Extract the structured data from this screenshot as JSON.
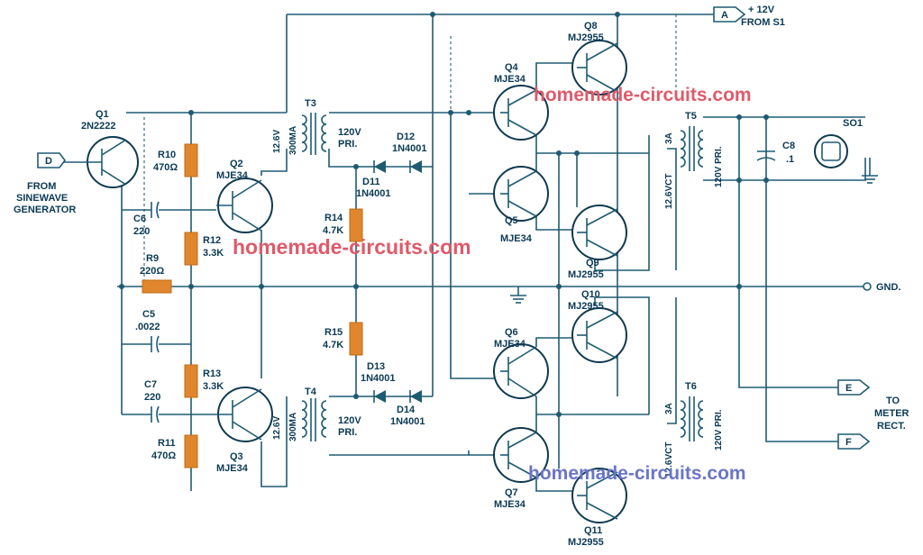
{
  "labels": {
    "q1": "Q1",
    "q1_part": "2N2222",
    "from_sine_1": "FROM",
    "from_sine_2": "SINEWAVE",
    "from_sine_3": "GENERATOR",
    "r10": "R10",
    "r10_val": "470Ω",
    "c6": "C6",
    "c6_val": "220",
    "r9": "R9",
    "r9_val": "220Ω",
    "c5": "C5",
    "c5_val": ".0022",
    "c7": "C7",
    "c7_val": "220",
    "r11": "R11",
    "r11_val": "470Ω",
    "r12": "R12",
    "r12_val": "3.3K",
    "r13": "R13",
    "r13_val": "3.3K",
    "q2": "Q2",
    "q2_part": "MJE34",
    "q3": "Q3",
    "q3_part": "MJE34",
    "t3": "T3",
    "t4": "T4",
    "t3_v": "12.6V",
    "t3_ma": "300MA",
    "t3_pri": "120V",
    "t3_pri2": "PRI.",
    "t4_v": "12.6V",
    "t4_ma": "300MA",
    "t4_pri": "120V",
    "t4_pri2": "PRI.",
    "d11": "D11",
    "d11_part": "1N4001",
    "d12": "D12",
    "d12_part": "1N4001",
    "d13": "D13",
    "d13_part": "1N4001",
    "d14": "D14",
    "d14_part": "1N4001",
    "r14": "R14",
    "r14_val": "4.7K",
    "r15": "R15",
    "r15_val": "4.7K",
    "q4": "Q4",
    "q4_part": "MJE34",
    "q5": "Q5",
    "q5_part": "MJE34",
    "q6": "Q6",
    "q6_part": "MJE34",
    "q7": "Q7",
    "q7_part": "MJE34",
    "q8": "Q8",
    "q8_part": "MJ2955",
    "q9": "Q9",
    "q9_part": "MJ2955",
    "q10": "Q10",
    "q10_part": "MJ2955",
    "q11": "Q11",
    "q11_part": "MJ2955",
    "t5": "T5",
    "t5_a": "3A",
    "t5_ct": "12.6VCT",
    "t5_pri": "120V PRI.",
    "t6": "T6",
    "t6_a": "3A",
    "t6_ct": "12.6VCT",
    "t6_pri": "120V PRI.",
    "c8": "C8",
    "c8_val": ".1",
    "so1": "SO1",
    "plus12": "+ 12V",
    "from_s1": "FROM S1",
    "gnd": "GND.",
    "to_meter_1": "TO",
    "to_meter_2": "METER",
    "to_meter_3": "RECT.",
    "conn_a": "A",
    "conn_d": "D",
    "conn_e": "E",
    "conn_f": "F"
  },
  "watermarks": {
    "w1": "homemade-circuits.com",
    "w2": "homemade-circuits.com",
    "w3": "homemade-circuits.com"
  },
  "colors": {
    "wire": "#1e5b73",
    "resistor": "#e0872e",
    "wm_red": "#e05a6a",
    "wm_blue": "#6a75c8"
  }
}
